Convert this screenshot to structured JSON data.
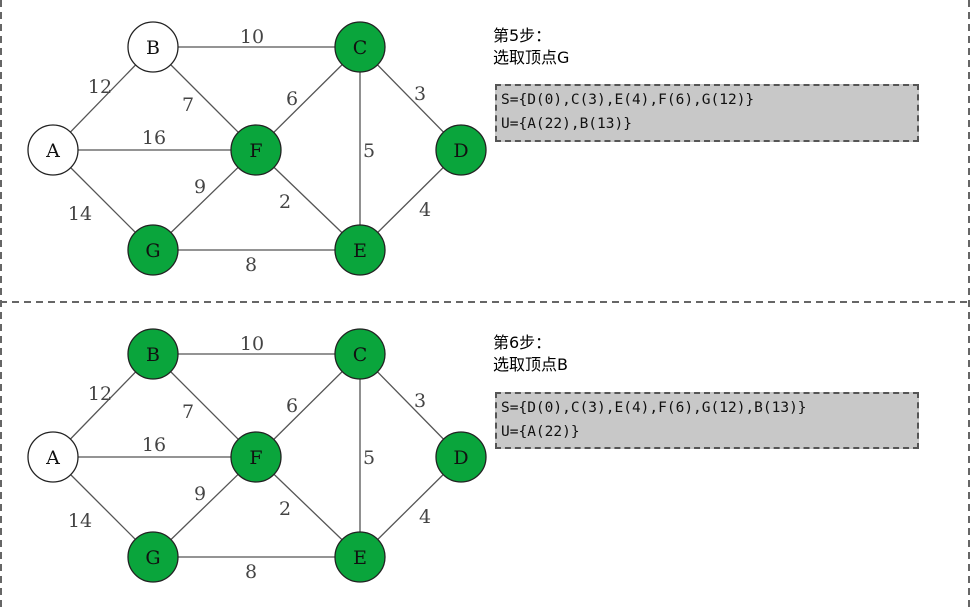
{
  "nodes": [
    "A",
    "B",
    "C",
    "D",
    "E",
    "F",
    "G"
  ],
  "edges": [
    {
      "from": "A",
      "to": "B",
      "weight": "12"
    },
    {
      "from": "A",
      "to": "F",
      "weight": "16"
    },
    {
      "from": "A",
      "to": "G",
      "weight": "14"
    },
    {
      "from": "B",
      "to": "C",
      "weight": "10"
    },
    {
      "from": "B",
      "to": "F",
      "weight": "7"
    },
    {
      "from": "C",
      "to": "F",
      "weight": "6"
    },
    {
      "from": "C",
      "to": "E",
      "weight": "5"
    },
    {
      "from": "C",
      "to": "D",
      "weight": "3"
    },
    {
      "from": "F",
      "to": "G",
      "weight": "9"
    },
    {
      "from": "F",
      "to": "E",
      "weight": "2"
    },
    {
      "from": "G",
      "to": "E",
      "weight": "8"
    },
    {
      "from": "E",
      "to": "D",
      "weight": "4"
    }
  ],
  "colors": {
    "visited_fill": "#0aa53c",
    "unvisited_fill": "#ffffff",
    "node_stroke": "#222222",
    "edge": "#555555",
    "weight_text": "#444444",
    "box_fill": "#c8c8c8"
  },
  "panels": [
    {
      "step_label": "第5步：",
      "action": "选取顶点G",
      "s_set": "S={D(0),C(3),E(4),F(6),G(12)}",
      "u_set": "U={A(22),B(13)}",
      "visited": [
        "C",
        "D",
        "E",
        "F",
        "G"
      ]
    },
    {
      "step_label": "第6步：",
      "action": "选取顶点B",
      "s_set": "S={D(0),C(3),E(4),F(6),G(12),B(13)}",
      "u_set": "U={A(22)}",
      "visited": [
        "B",
        "C",
        "D",
        "E",
        "F",
        "G"
      ]
    }
  ]
}
